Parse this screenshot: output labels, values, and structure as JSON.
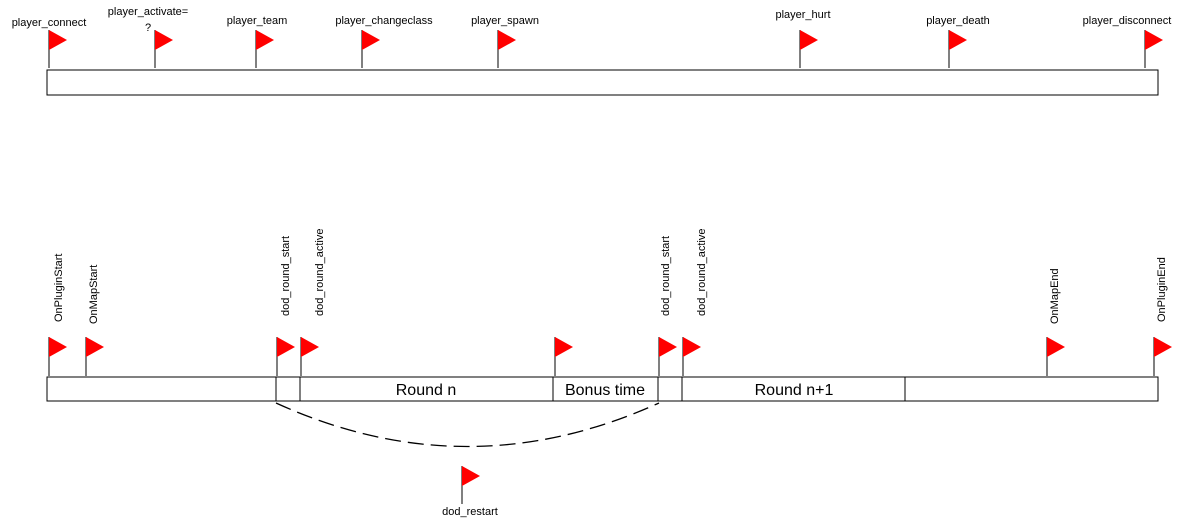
{
  "flag_color": "#ff0000",
  "player_events": [
    {
      "label": "player_connect"
    },
    {
      "label": "player_activate=",
      "label2": "?"
    },
    {
      "label": "player_team"
    },
    {
      "label": "player_changeclass"
    },
    {
      "label": "player_spawn"
    },
    {
      "label": "player_hurt"
    },
    {
      "label": "player_death"
    },
    {
      "label": "player_disconnect"
    }
  ],
  "lifecycle_events": [
    {
      "label": "OnPluginStart"
    },
    {
      "label": "OnMapStart"
    },
    {
      "label": "dod_round_start"
    },
    {
      "label": "dod_round_active"
    },
    {
      "label": ""
    },
    {
      "label": "dod_round_start"
    },
    {
      "label": "dod_round_active"
    },
    {
      "label": "OnMapEnd"
    },
    {
      "label": "OnPluginEnd"
    }
  ],
  "segments": {
    "round_n": "Round n",
    "bonus_time": "Bonus time",
    "round_n1": "Round n+1"
  },
  "restart_event": {
    "label": "dod_restart"
  }
}
